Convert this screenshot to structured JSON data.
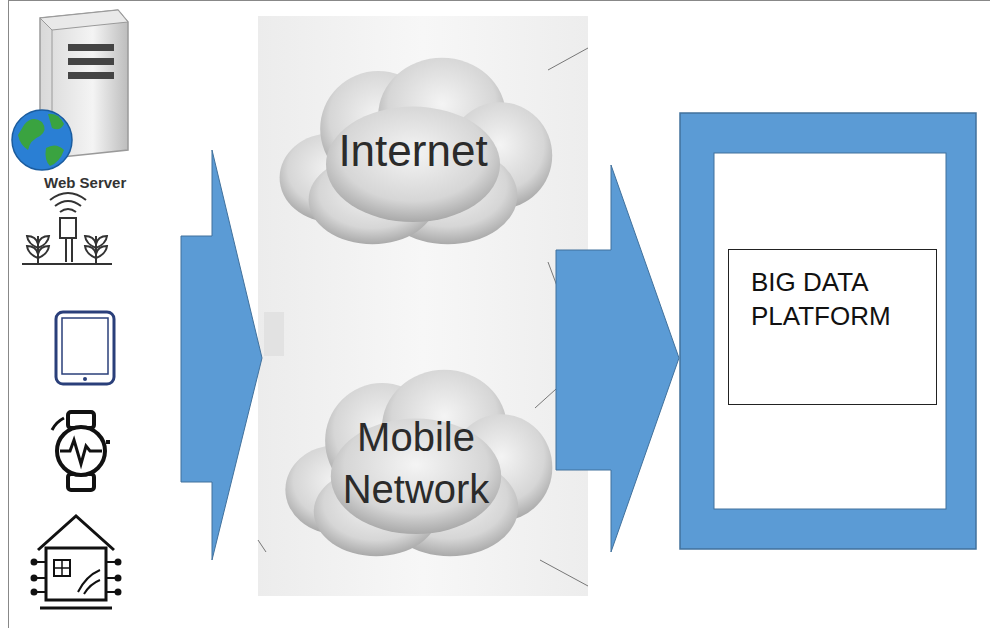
{
  "diagram": {
    "nodes": [
      {
        "text": [
          "Internet"
        ]
      },
      {
        "text": [
          "Mobile Network"
        ]
      },
      {
        "text": [
          "BIG DATA PLATFORM"
        ]
      }
    ],
    "labels": [
      "Web Server"
    ]
  }
}
